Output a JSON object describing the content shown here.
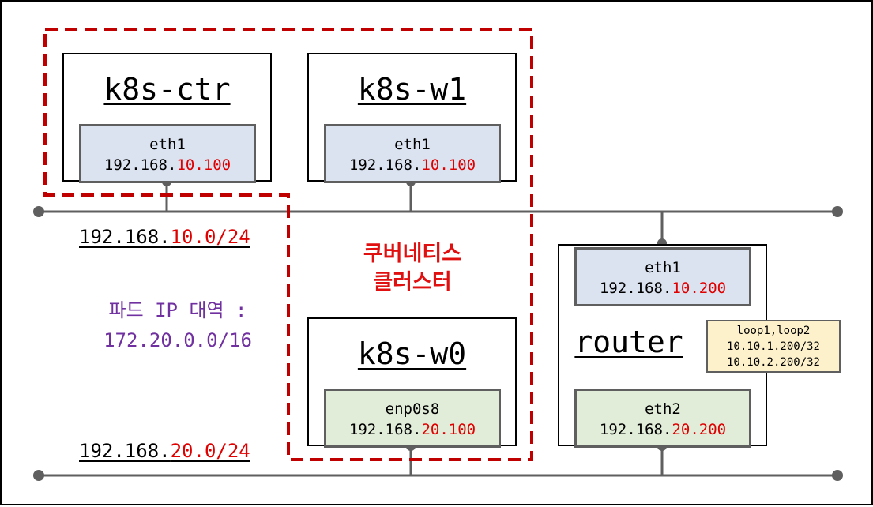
{
  "nodes": {
    "ctr": {
      "title": "k8s-ctr",
      "iface": {
        "name": "eth1",
        "ip_prefix": "192.168.",
        "ip_suffix": "10.100"
      }
    },
    "w1": {
      "title": "k8s-w1",
      "iface": {
        "name": "eth1",
        "ip_prefix": "192.168.",
        "ip_suffix": "10.100"
      }
    },
    "w0": {
      "title": "k8s-w0",
      "iface": {
        "name": "enp0s8",
        "ip_prefix": "192.168.",
        "ip_suffix": "20.100"
      }
    },
    "router": {
      "title": "router",
      "eth1": {
        "name": "eth1",
        "ip_prefix": "192.168.",
        "ip_suffix": "10.200"
      },
      "eth2": {
        "name": "eth2",
        "ip_prefix": "192.168.",
        "ip_suffix": "20.200"
      }
    }
  },
  "loopback": {
    "line1": "loop1,loop2",
    "line2": "10.10.1.200/32",
    "line3": "10.10.2.200/32"
  },
  "networks": {
    "net10": {
      "prefix": "192.168.",
      "suffix": "10.0/24"
    },
    "net20": {
      "prefix": "192.168.",
      "suffix": "20.0/24"
    }
  },
  "cluster_label": {
    "line1": "쿠버네티스",
    "line2": "클러스터"
  },
  "pod_range": {
    "line1": "파드 IP 대역 :",
    "line2": "172.20.0.0/16"
  },
  "colors": {
    "highlight": "#e00000",
    "cluster_border": "#c00000",
    "pod_text": "#7030a0",
    "iface_blue": "#dbe3f1",
    "iface_green": "#e1ecd9",
    "loop_bg": "#fdf1cc",
    "network_line": "#5f5f5f"
  }
}
